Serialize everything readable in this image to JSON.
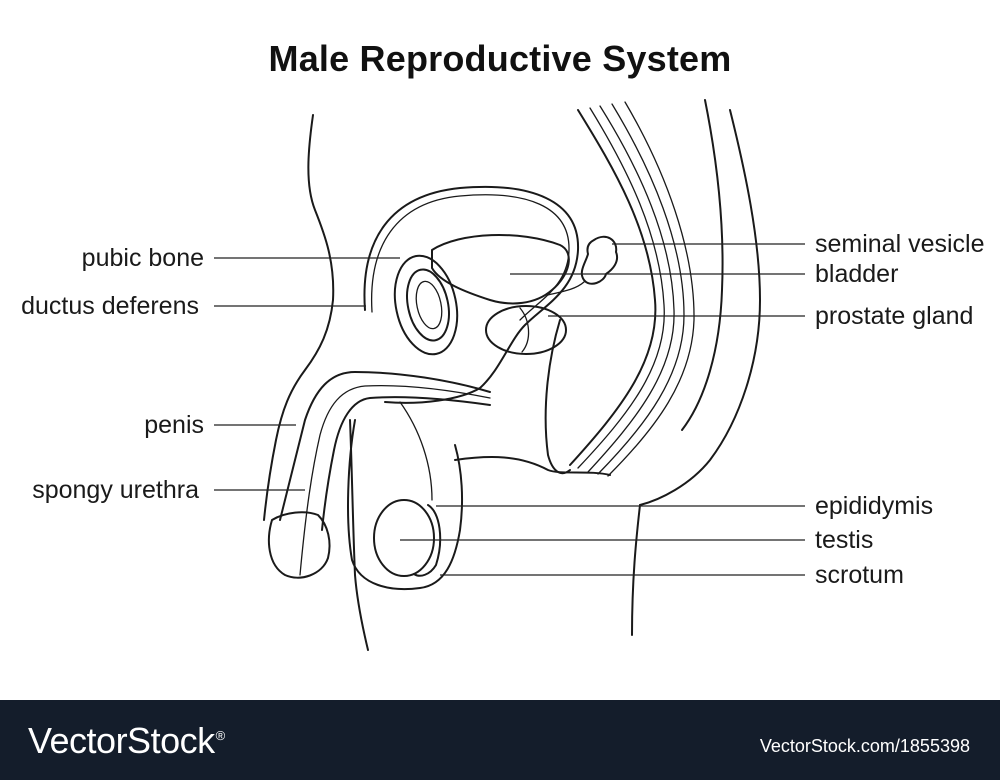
{
  "title": "Male Reproductive System",
  "labels_left": [
    {
      "key": "pubic-bone",
      "text": "pubic bone"
    },
    {
      "key": "ductus-deferens",
      "text": "ductus deferens"
    },
    {
      "key": "penis",
      "text": "penis"
    },
    {
      "key": "spongy-urethra",
      "text": "spongy urethra"
    }
  ],
  "labels_right": [
    {
      "key": "seminal-vesicle",
      "text": "seminal vesicle"
    },
    {
      "key": "bladder",
      "text": "bladder"
    },
    {
      "key": "prostate-gland",
      "text": "prostate gland"
    },
    {
      "key": "epididymis",
      "text": "epididymis"
    },
    {
      "key": "testis",
      "text": "testis"
    },
    {
      "key": "scrotum",
      "text": "scrotum"
    }
  ],
  "footer": {
    "brand": "VectorStock",
    "brand_mark": "®",
    "stock_id": "VectorStock.com/1855398"
  },
  "colors": {
    "ink": "#1a1a1a",
    "footer_bg": "#141d2b",
    "footer_text": "#ffffff"
  }
}
